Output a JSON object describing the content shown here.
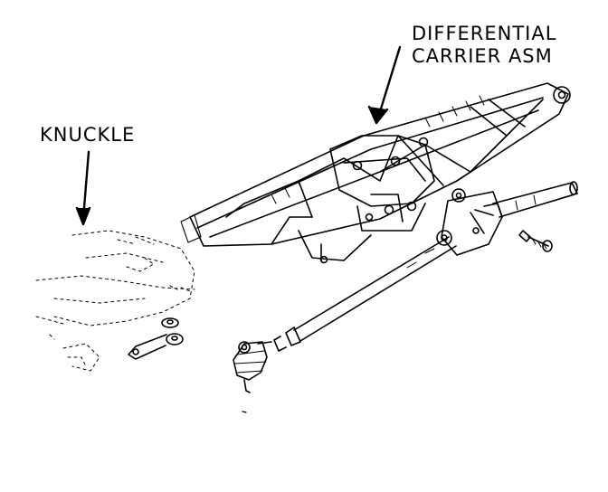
{
  "labels": {
    "carrier_line1": "DIFFERENTIAL",
    "carrier_line2": "CARRIER ASM",
    "knuckle": "KNUCKLE"
  },
  "colors": {
    "ink": "#000000",
    "background": "#ffffff"
  }
}
